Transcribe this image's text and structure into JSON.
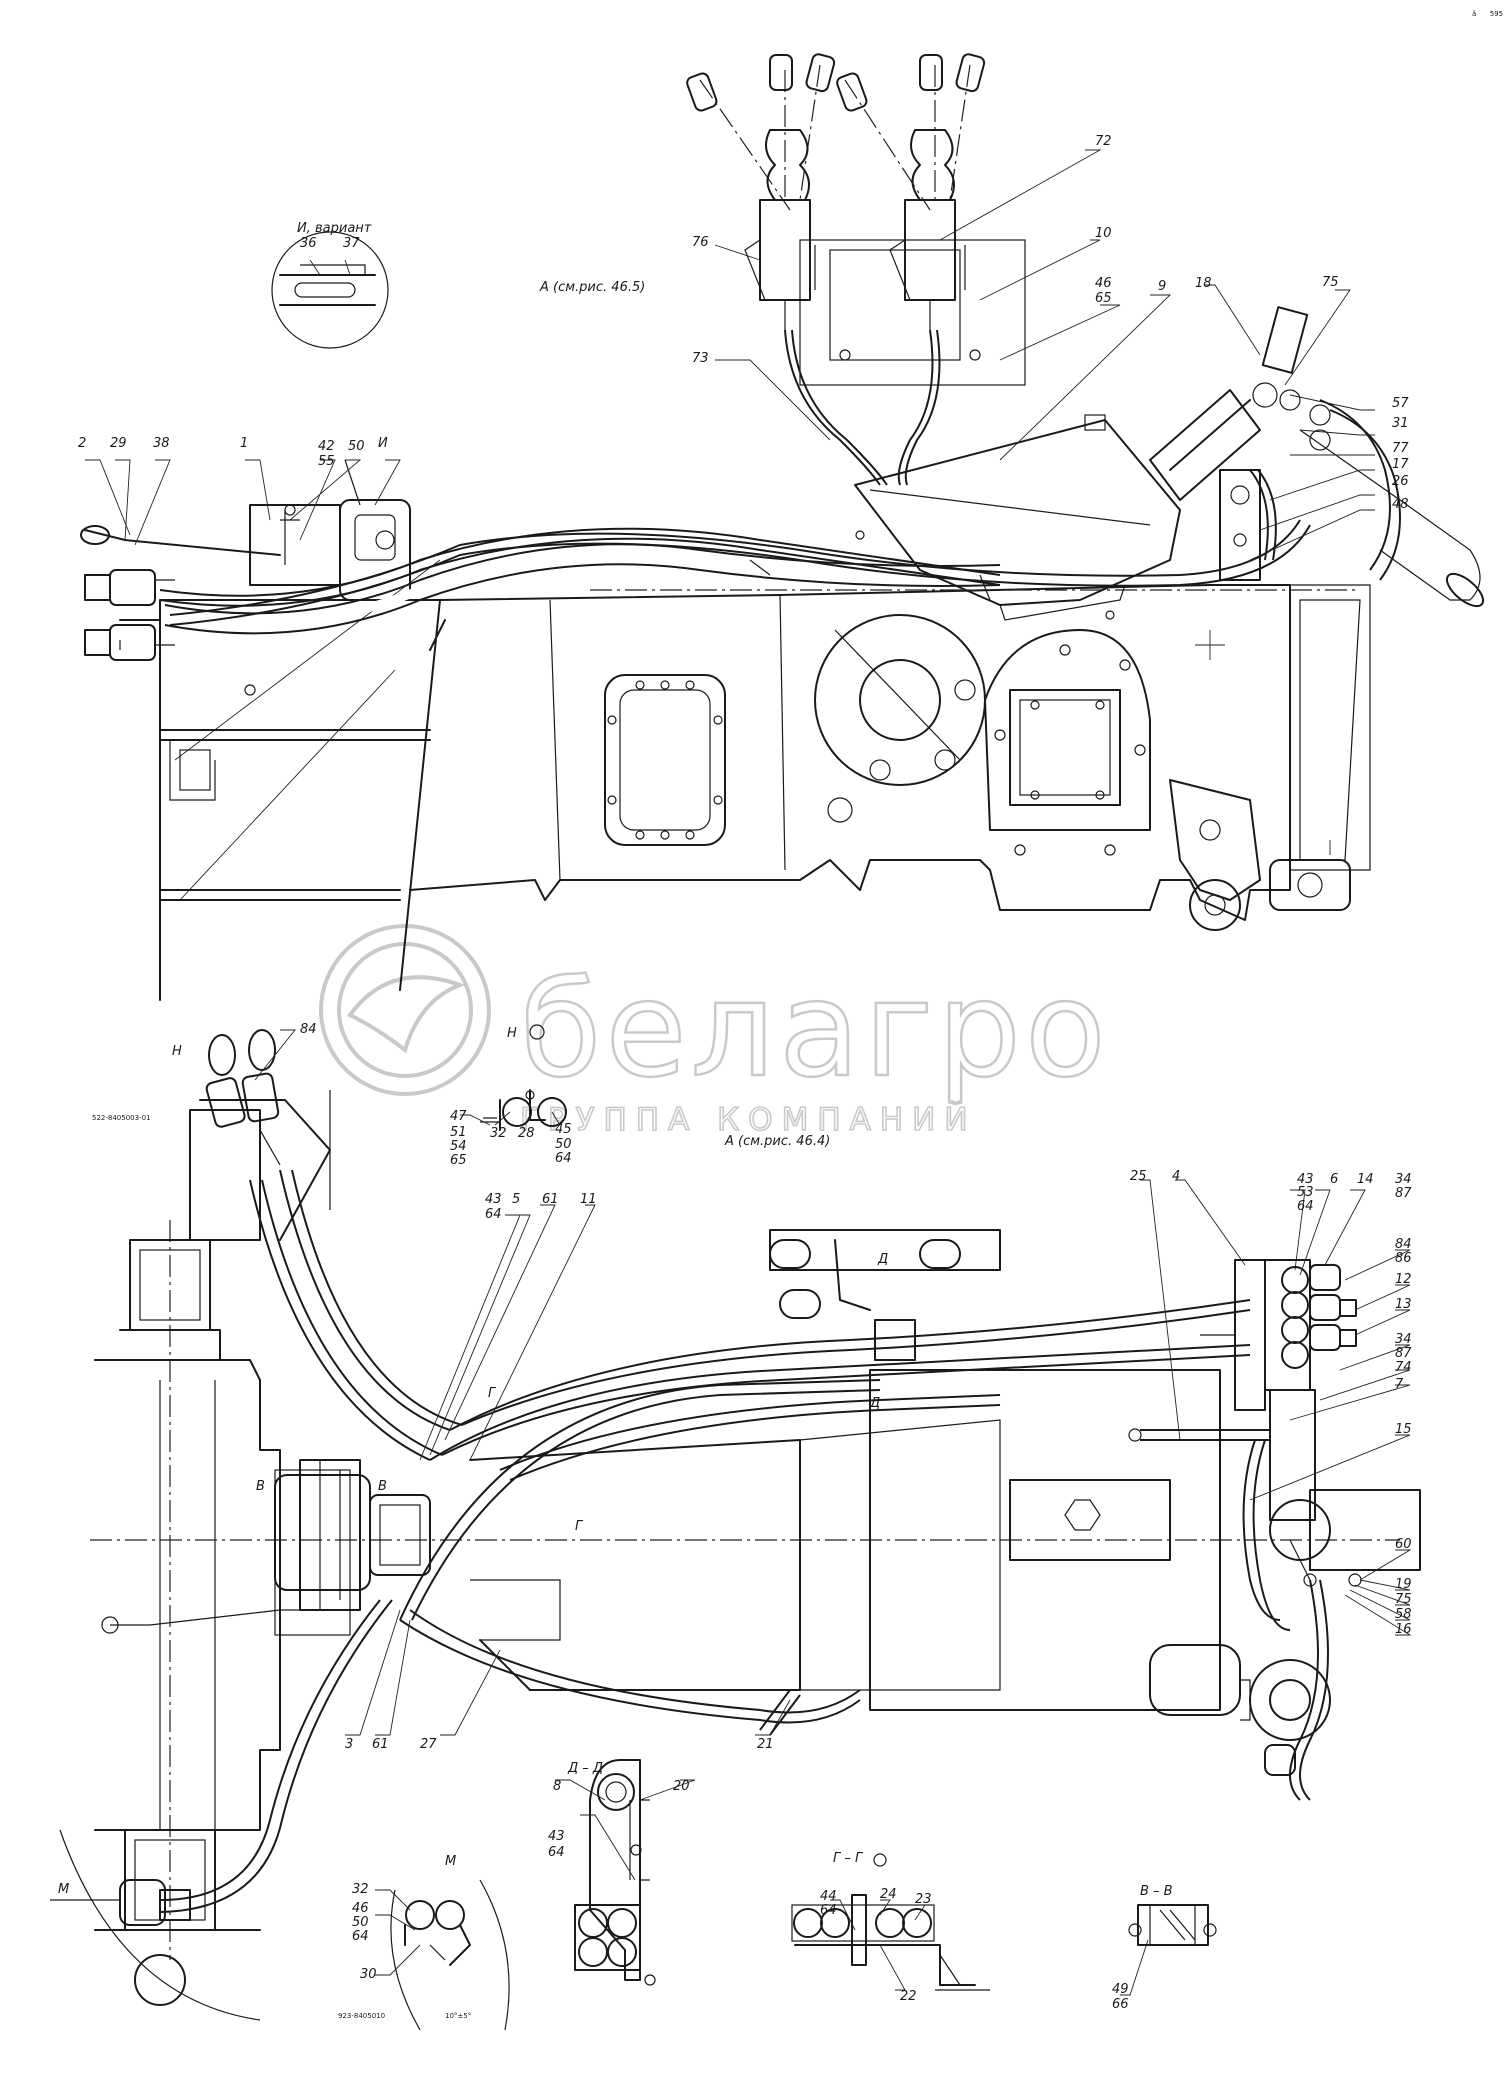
{
  "corner_mark": "â 595",
  "watermark": {
    "brand": "белагро",
    "subtitle": "ГРУППА КОМПАНИЙ"
  },
  "views": {
    "inset_variant": "И, вариант",
    "view_a_top": "А (см.рис. 46.5)",
    "view_a_bottom": "А (см.рис. 46.4)",
    "section_dd": "Д – Д",
    "section_gg": "Г – Г",
    "section_vv": "В – В",
    "view_m": "М",
    "view_n": "Н",
    "mark_i": "И",
    "mark_n_left": "Н",
    "mark_m_left": "М",
    "mark_v": "В",
    "mark_v2": "В",
    "mark_g": "Г",
    "mark_g2": "Г",
    "mark_d": "Д",
    "mark_d2": "Д"
  },
  "part_codes": {
    "code_n": "522-8405003-01",
    "code_m": "923-8405010",
    "code_m2": "10°±5°"
  },
  "callouts": {
    "c2": "2",
    "c29": "29",
    "c38": "38",
    "c1": "1",
    "c42": "42",
    "c55": "55",
    "c50": "50",
    "c36": "36",
    "c37": "37",
    "c76": "76",
    "c72": "72",
    "c10": "10",
    "c46": "46",
    "c65": "65",
    "c9": "9",
    "c73": "73",
    "c18": "18",
    "c75": "75",
    "c57": "57",
    "c31": "31",
    "c77": "77",
    "c26": "26",
    "c17": "17",
    "c48": "48",
    "c84": "84",
    "n47": "47",
    "n51": "51",
    "n54": "54",
    "n65": "65",
    "n32": "32",
    "n28": "28",
    "n45": "45",
    "n50": "50",
    "n64": "64",
    "b43": "43",
    "b64": "64",
    "b5": "5",
    "b61": "61",
    "b11": "11",
    "b25": "25",
    "b4": "4",
    "r43": "43",
    "r53": "53",
    "r64": "64",
    "r6": "6",
    "r14": "14",
    "r34": "34",
    "r87": "87",
    "r84": "84",
    "r86": "86",
    "r12": "12",
    "r13": "13",
    "r34b": "34",
    "r87b": "87",
    "r74": "74",
    "r7": "7",
    "r15": "15",
    "r60": "60",
    "r19": "19",
    "r75": "75",
    "r58": "58",
    "r16": "16",
    "b3": "3",
    "b61b": "61",
    "b27": "27",
    "b21": "21",
    "d8": "8",
    "d20": "20",
    "d43": "43",
    "d64": "64",
    "m32": "32",
    "m46": "46",
    "m50": "50",
    "m64": "64",
    "m30": "30",
    "g44": "44",
    "g64": "64",
    "g24": "24",
    "g23": "23",
    "g22": "22",
    "v49": "49",
    "v66": "66"
  }
}
